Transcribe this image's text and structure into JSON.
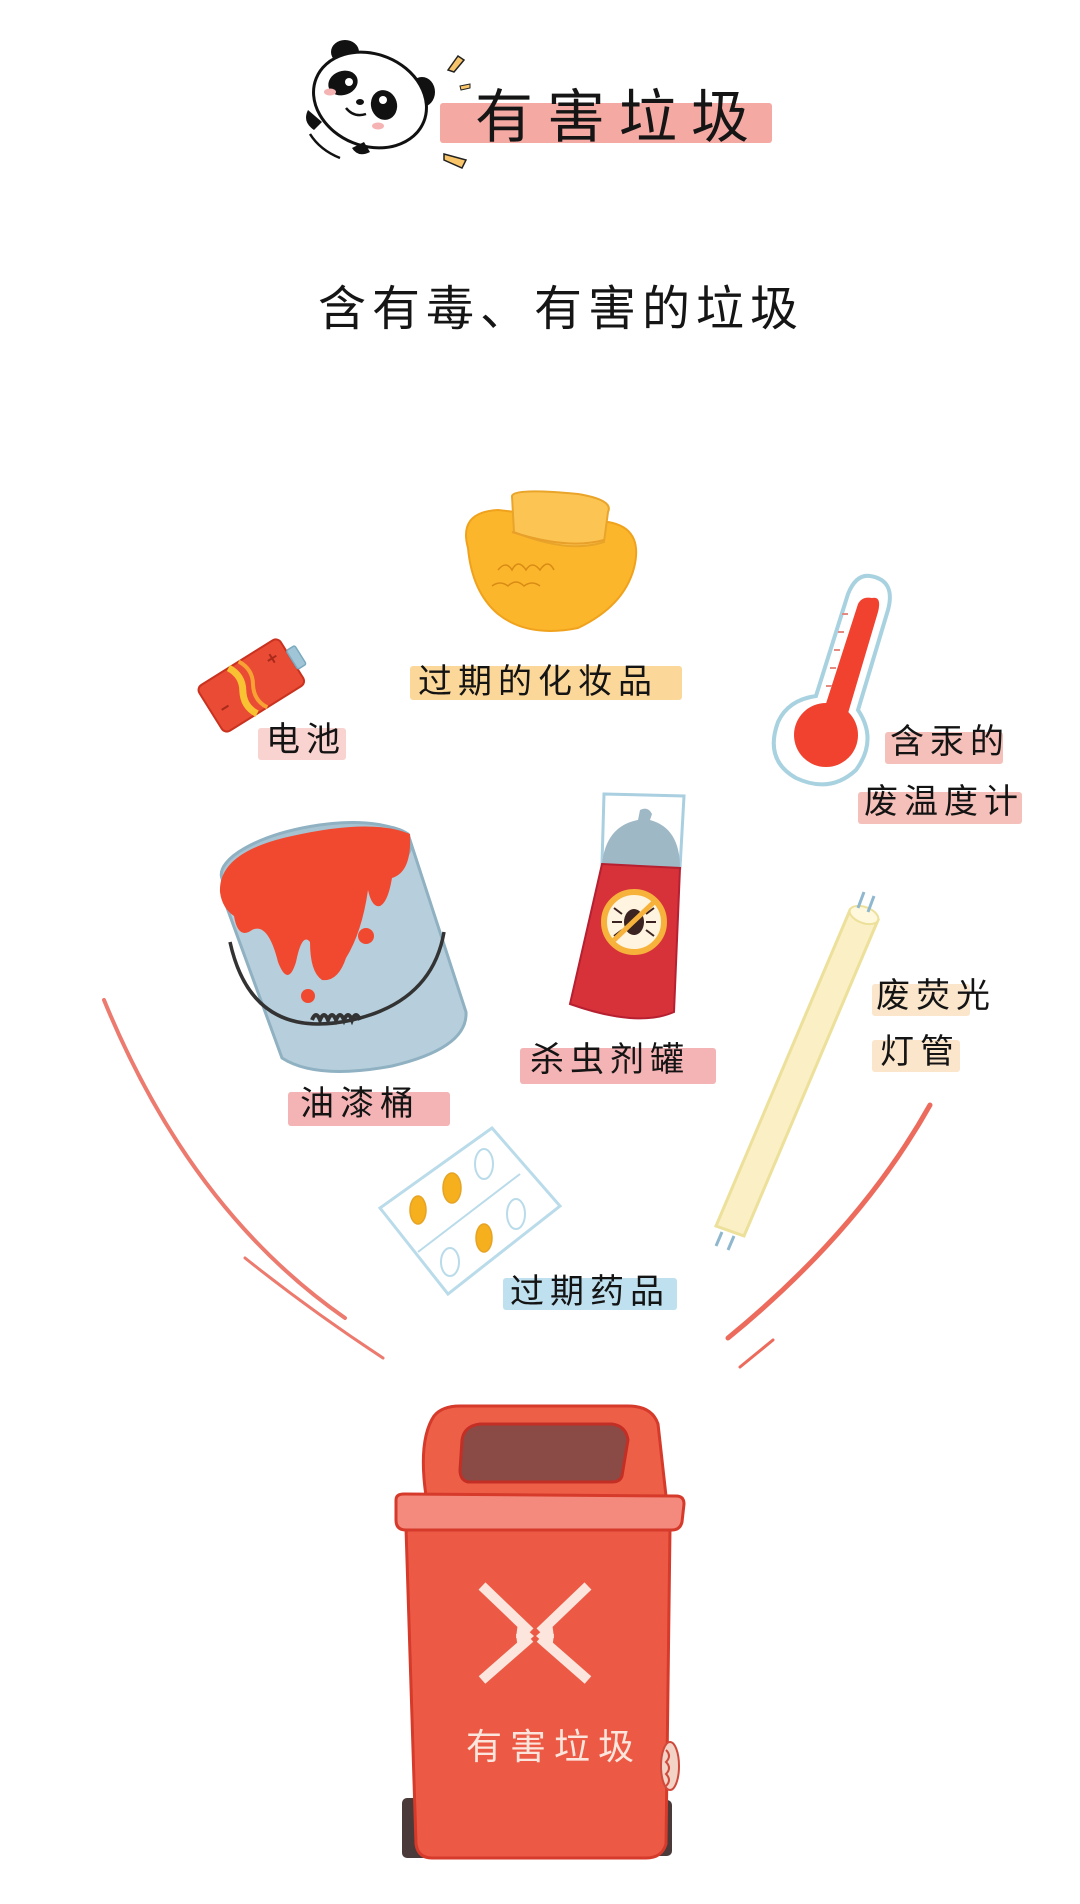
{
  "header": {
    "title": "有害垃圾",
    "subtitle": "含有毒、有害的垃圾",
    "title_band_color": "#f4a9a3",
    "mascot": "panda-icon"
  },
  "items": [
    {
      "id": "cosmetics",
      "label": "过期的化妆品",
      "icon": "cosmetic-jar-icon",
      "band_color": "#fbd89a"
    },
    {
      "id": "battery",
      "label": "电池",
      "icon": "battery-icon",
      "band_color": "#f8d3cf"
    },
    {
      "id": "thermometer",
      "label_line1": "含汞的",
      "label_line2": "废温度计",
      "icon": "thermometer-icon",
      "band_color": "#f6c0ba"
    },
    {
      "id": "paint-bucket",
      "label": "油漆桶",
      "icon": "paint-bucket-icon",
      "band_color": "#f4b3b4"
    },
    {
      "id": "insecticide",
      "label": "杀虫剂罐",
      "icon": "spray-can-icon",
      "band_color": "#f4b3b4"
    },
    {
      "id": "fluorescent-tube",
      "label_line1": "废荧光",
      "label_line2": "灯管",
      "icon": "fluorescent-tube-icon",
      "band_color": "#fbe6cc"
    },
    {
      "id": "medicine",
      "label": "过期药品",
      "icon": "pill-blister-icon",
      "band_color": "#bfe0ef"
    }
  ],
  "bin": {
    "label": "有害垃圾",
    "icon": "hazardous-waste-bin-icon",
    "symbol": "hazard-arrows-icon",
    "body_color": "#ec5a45",
    "lid_color": "#f48a7d",
    "opening_color": "#8a4a45"
  }
}
